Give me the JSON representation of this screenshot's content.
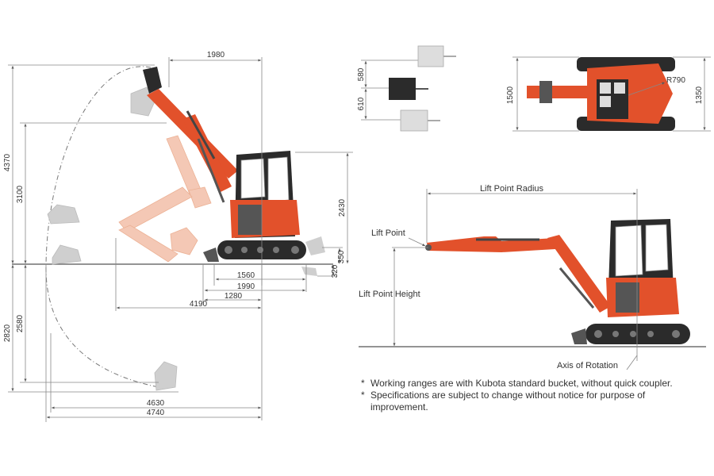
{
  "colors": {
    "machine_orange": "#e2512b",
    "ghost_orange": "#f2b394",
    "track_dark": "#2b2b2b",
    "line_gray": "#888888",
    "text": "#333333"
  },
  "side_view": {
    "dims": {
      "reach_height_top": "1980",
      "max_dig_height": "4370",
      "max_dump_height": "3100",
      "cab_height": "2430",
      "blade_up": "350",
      "blade_down": "320",
      "tail_1560": "1560",
      "tail_1990": "1990",
      "tail_1280": "1280",
      "min_swing_4190": "4190",
      "max_dig_depth": "2820",
      "vertical_wall_depth": "2580",
      "max_reach_ground": "4630",
      "max_reach": "4740"
    }
  },
  "offset_view": {
    "dims": {
      "offset_580": "580",
      "offset_610": "610"
    }
  },
  "top_view": {
    "dims": {
      "width_1500": "1500",
      "width_1350": "1350",
      "radius": "R790"
    }
  },
  "lift_view": {
    "labels": {
      "lift_point_radius": "Lift Point Radius",
      "lift_point": "Lift Point",
      "lift_point_height": "Lift Point Height",
      "axis_of_rotation": "Axis of Rotation"
    }
  },
  "notes": {
    "star": "*",
    "items": [
      "Working ranges are with Kubota standard bucket, without quick coupler.",
      "Specifications are subject to change without notice for purpose of improvement."
    ]
  }
}
